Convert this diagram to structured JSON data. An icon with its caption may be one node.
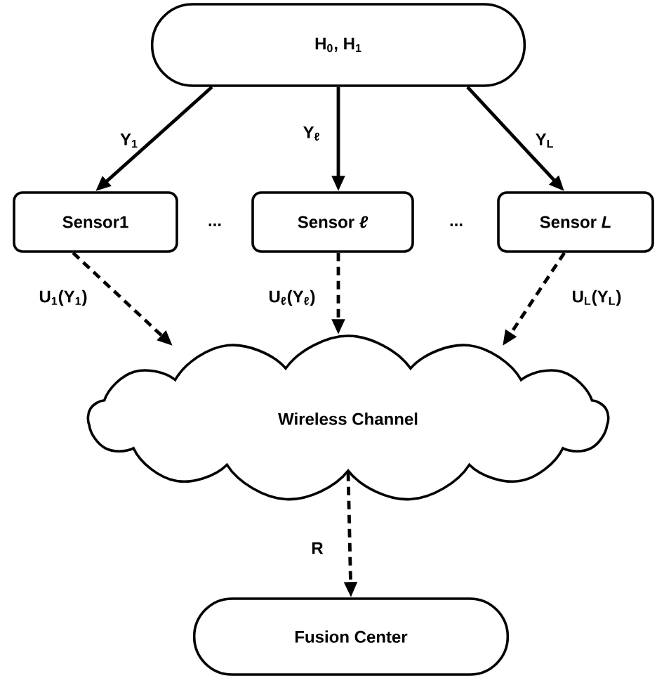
{
  "diagram": {
    "nodes": [
      {
        "text": [
          "H$_{0}$, H$_{1}$"
        ]
      },
      {
        "text": [
          "Sensor1"
        ]
      },
      {
        "text": [
          "Sensor *ℓ*"
        ]
      },
      {
        "text": [
          "Sensor *L*"
        ]
      },
      {
        "text": [
          "Wireless Channel"
        ]
      },
      {
        "text": [
          "Fusion Center"
        ]
      }
    ],
    "edges": [
      {
        "from": 0,
        "to": 1,
        "arrow": "to",
        "label": "Y$_{1}$"
      },
      {
        "from": 0,
        "to": 2,
        "arrow": "to",
        "label": "Y$_{ℓ}$"
      },
      {
        "from": 0,
        "to": 3,
        "arrow": "to",
        "label": "Y$_{L}$"
      },
      {
        "from": 1,
        "to": 4,
        "arrow": "to",
        "label": "U$_{1}$(Y$_{1}$)",
        "style": "dashed"
      },
      {
        "from": 2,
        "to": 4,
        "arrow": "to",
        "label": "U$_{ℓ}$(Y$_{ℓ}$)",
        "style": "dashed"
      },
      {
        "from": 3,
        "to": 4,
        "arrow": "to",
        "label": "U$_{L}$(Y$_{L}$)",
        "style": "dashed"
      },
      {
        "from": 4,
        "to": 5,
        "arrow": "to",
        "label": "R",
        "style": "dashed"
      }
    ],
    "labels": [
      "...",
      "..."
    ]
  }
}
